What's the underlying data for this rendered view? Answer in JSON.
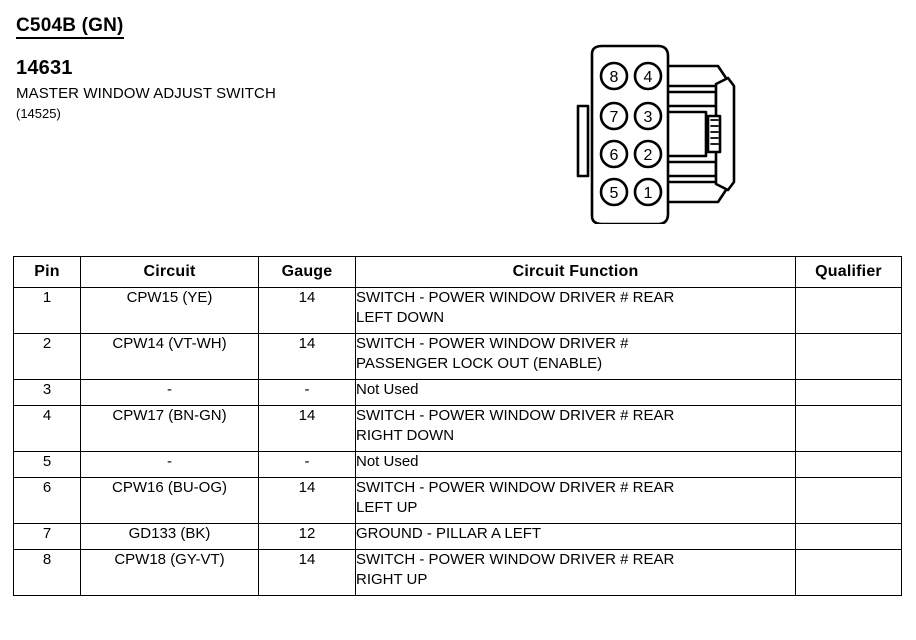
{
  "header": {
    "connector_title": "C504B (GN)",
    "part_number": "14631",
    "part_description": "MASTER WINDOW ADJUST SWITCH",
    "part_alt_number": "(14525)"
  },
  "connector": {
    "name": "connector-face-view",
    "cavity_count": 8,
    "left_column_pins": [
      "8",
      "7",
      "6",
      "5"
    ],
    "right_column_pins": [
      "4",
      "3",
      "2",
      "1"
    ],
    "stroke_color": "#000000",
    "fill_color": "#ffffff"
  },
  "table": {
    "columns": [
      "Pin",
      "Circuit",
      "Gauge",
      "Circuit Function",
      "Qualifier"
    ],
    "rows": [
      {
        "pin": "1",
        "circuit": "CPW15 (YE)",
        "gauge": "14",
        "function_lines": [
          "SWITCH - POWER WINDOW DRIVER # REAR",
          "LEFT DOWN"
        ],
        "qualifier": ""
      },
      {
        "pin": "2",
        "circuit": "CPW14 (VT-WH)",
        "gauge": "14",
        "function_lines": [
          "SWITCH - POWER WINDOW DRIVER #",
          "PASSENGER LOCK OUT (ENABLE)"
        ],
        "qualifier": ""
      },
      {
        "pin": "3",
        "circuit": "-",
        "gauge": "-",
        "function_lines": [
          "Not Used"
        ],
        "qualifier": ""
      },
      {
        "pin": "4",
        "circuit": "CPW17 (BN-GN)",
        "gauge": "14",
        "function_lines": [
          "SWITCH - POWER WINDOW DRIVER # REAR",
          "RIGHT DOWN"
        ],
        "qualifier": ""
      },
      {
        "pin": "5",
        "circuit": "-",
        "gauge": "-",
        "function_lines": [
          "Not Used"
        ],
        "qualifier": ""
      },
      {
        "pin": "6",
        "circuit": "CPW16 (BU-OG)",
        "gauge": "14",
        "function_lines": [
          "SWITCH - POWER WINDOW DRIVER # REAR",
          "LEFT UP"
        ],
        "qualifier": ""
      },
      {
        "pin": "7",
        "circuit": "GD133 (BK)",
        "gauge": "12",
        "function_lines": [
          "GROUND - PILLAR A LEFT"
        ],
        "qualifier": ""
      },
      {
        "pin": "8",
        "circuit": "CPW18 (GY-VT)",
        "gauge": "14",
        "function_lines": [
          "SWITCH - POWER WINDOW DRIVER # REAR",
          "RIGHT UP"
        ],
        "qualifier": ""
      }
    ]
  }
}
